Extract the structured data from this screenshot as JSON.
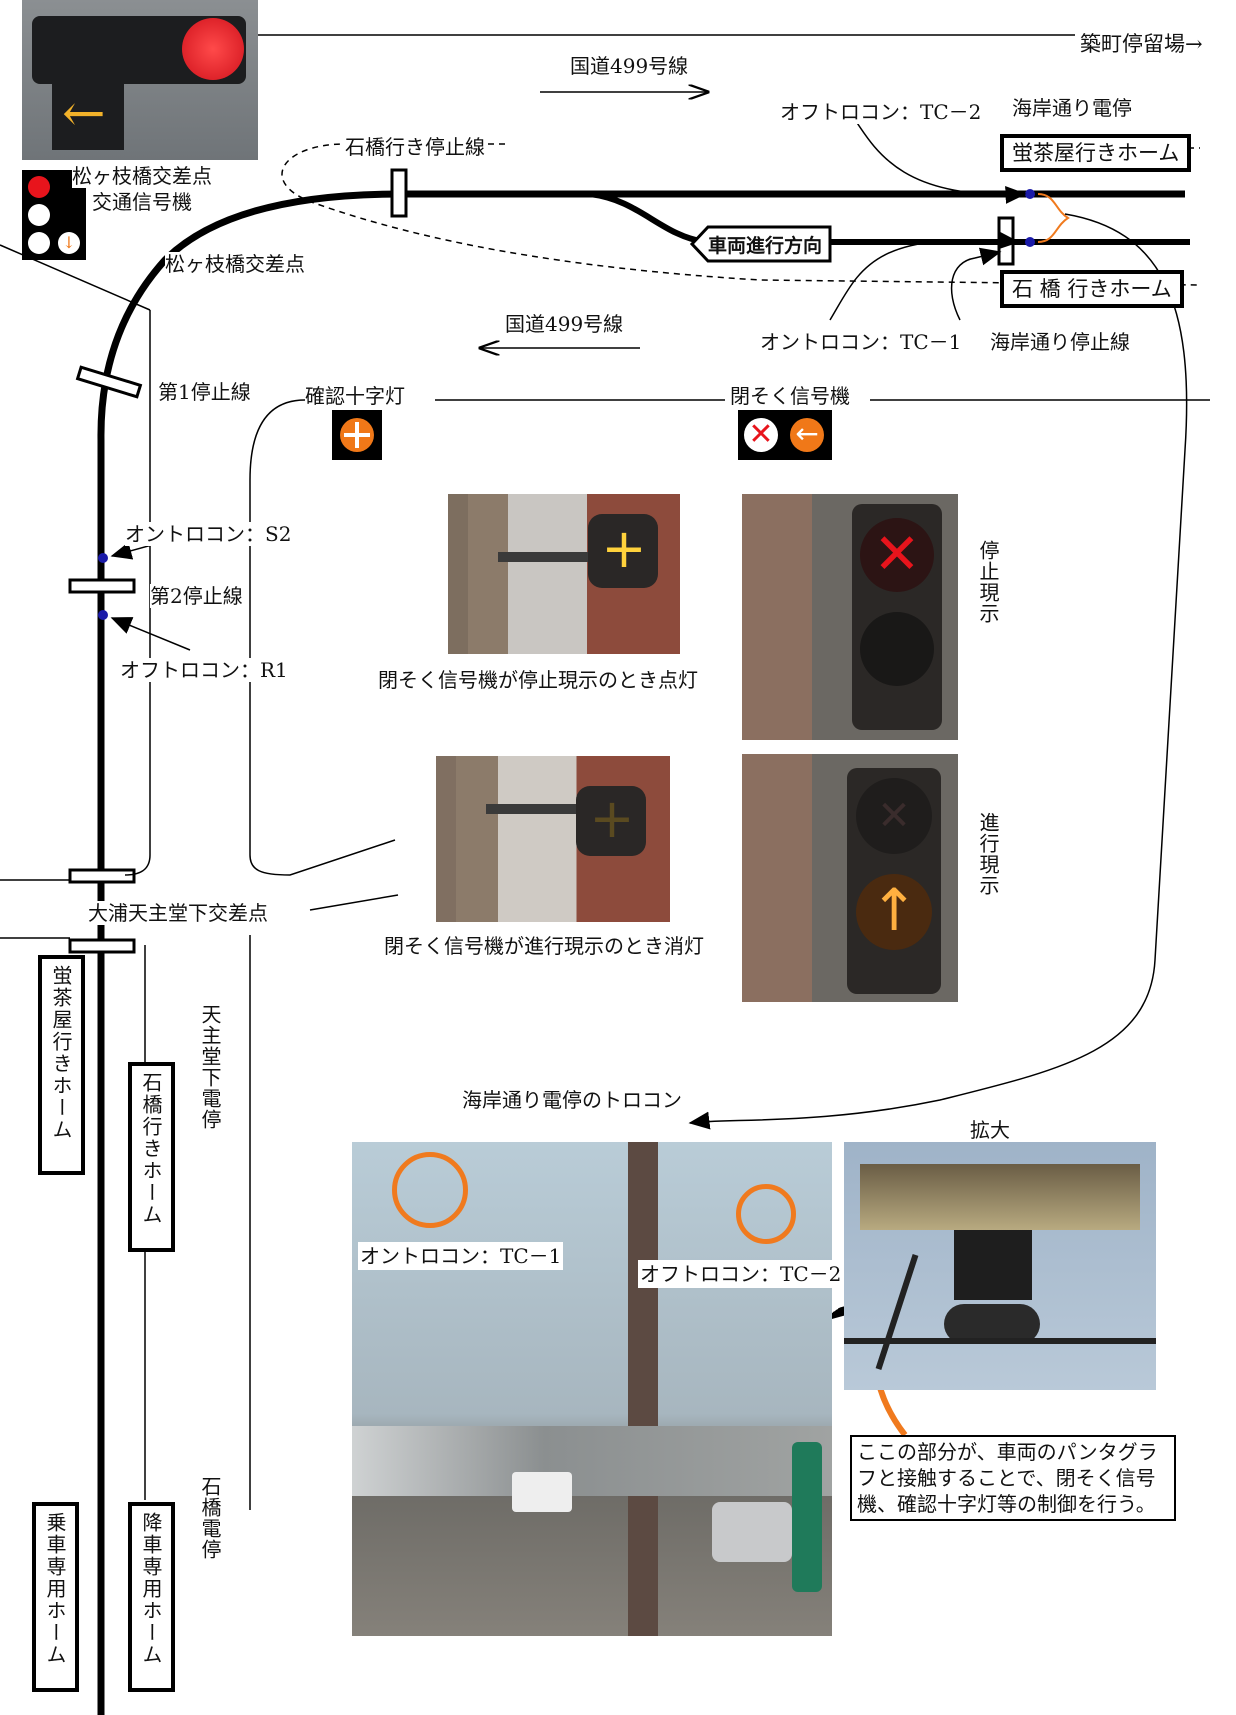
{
  "colors": {
    "signal_red": "#e8141c",
    "signal_orange": "#f07818",
    "track": "#000000",
    "bubble_orange": "#f07a1e"
  },
  "route_top": {
    "destination": "築町停留場→",
    "road_east": "国道499号線",
    "road_west": "国道499号線"
  },
  "matsugaebashi": {
    "signal_label_1": "松ヶ枝橋交差点",
    "signal_label_2": "交通信号機",
    "intersection": "松ヶ枝橋交差点"
  },
  "kaigan_dori": {
    "stop_name": "海岸通り電停",
    "platform_hotaruchaya": "蛍茶屋行きホーム",
    "platform_ishibashi": "石 橋 行きホーム",
    "off_trolley_tc2": "オフトロコン：TC－2",
    "on_trolley_tc1": "オントロコン：TC－1",
    "stop_line": "海岸通り停止線",
    "ishibashi_stop_line": "石橋行き停止線",
    "direction": "車両進行方向"
  },
  "lines": {
    "stop_line_1": "第1停止線",
    "stop_line_2": "第2停止線",
    "on_trolley_s2": "オントロコン：S2",
    "off_trolley_r1": "オフトロコン：R1"
  },
  "signals": {
    "confirm_cross": "確認十字灯",
    "block_signal": "閉そく信号機",
    "cross_lit_caption": "閉そく信号機が停止現示のとき点灯",
    "cross_off_caption": "閉そく信号機が進行現示のとき消灯",
    "stop_aspect": "停止現示",
    "proceed_aspect": "進行現示"
  },
  "ourachurch": {
    "intersection": "大浦天主堂下交差点",
    "stop_name": "天主堂下電停",
    "platform_hotaruchaya": "蛍茶屋行きホーム",
    "platform_ishibashi": "石橋行きホーム"
  },
  "ishibashi": {
    "stop_name": "石橋電停",
    "boarding": "乗車専用ホーム",
    "alighting": "降車専用ホーム"
  },
  "trolley_photo": {
    "title": "海岸通り電停のトロコン",
    "on_label": "オントロコン：TC－1",
    "off_label": "オフトロコン：TC－2",
    "zoom_title": "拡大",
    "note": "ここの部分が、車両のパンタグラフと接触することで、閉そく信号機、確認十字灯等の制御を行う。"
  }
}
